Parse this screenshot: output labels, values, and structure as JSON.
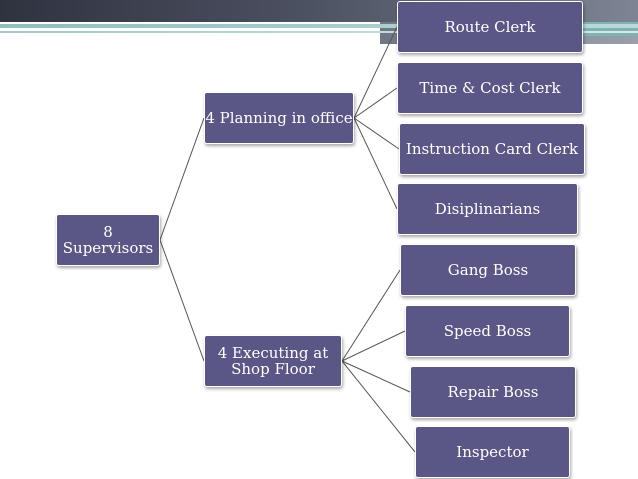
{
  "colors": {
    "node_fill": "#5a5686",
    "node_text": "#ffffff",
    "connector": "#555555"
  },
  "diagram": {
    "root": "8 Supervisors",
    "planning": {
      "label": "4 Planning in office",
      "children": [
        "Route Clerk",
        "Time & Cost Clerk",
        "Instruction Card Clerk",
        "Disiplinarians"
      ]
    },
    "executing": {
      "label": "4 Executing at\nShop Floor",
      "children": [
        "Gang Boss",
        "Speed Boss",
        "Repair Boss",
        "Inspector"
      ]
    }
  }
}
